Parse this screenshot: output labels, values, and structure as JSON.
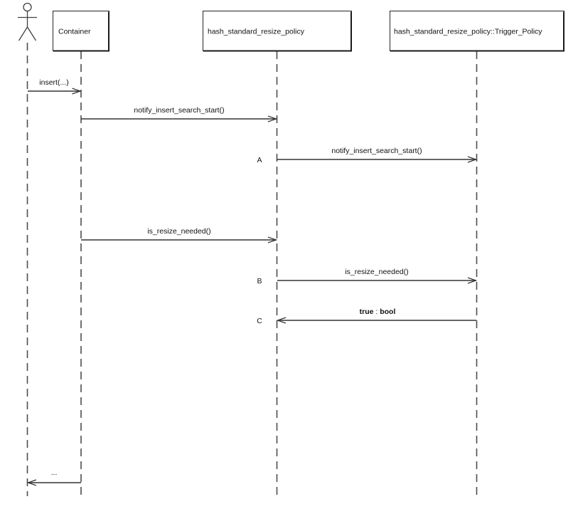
{
  "diagram": {
    "type": "uml-sequence-diagram",
    "actor": {
      "kind": "stick-figure-actor",
      "label": ""
    },
    "participants": [
      {
        "label": "Container"
      },
      {
        "label": "hash_standard_resize_policy"
      },
      {
        "label": "hash_standard_resize_policy::Trigger_Policy"
      }
    ],
    "messages": [
      {
        "from": "actor",
        "to": "Container",
        "direction": "right",
        "label": "insert(...)",
        "marker": ""
      },
      {
        "from": "Container",
        "to": "hash_standard_resize_policy",
        "direction": "right",
        "label": "notify_insert_search_start()",
        "marker": ""
      },
      {
        "from": "hash_standard_resize_policy",
        "to": "hash_standard_resize_policy::Trigger_Policy",
        "direction": "right",
        "label": "notify_insert_search_start()",
        "marker": "A"
      },
      {
        "from": "Container",
        "to": "hash_standard_resize_policy",
        "direction": "right",
        "label": "is_resize_needed()",
        "marker": ""
      },
      {
        "from": "hash_standard_resize_policy",
        "to": "hash_standard_resize_policy::Trigger_Policy",
        "direction": "right",
        "label": "is_resize_needed()",
        "marker": "B"
      },
      {
        "from": "hash_standard_resize_policy::Trigger_Policy",
        "to": "hash_standard_resize_policy",
        "direction": "left",
        "return_value": "true",
        "separator": " : ",
        "return_type": "bool",
        "marker": "C"
      },
      {
        "from": "Container",
        "to": "actor",
        "direction": "left",
        "label": "...",
        "marker": ""
      }
    ],
    "colors": {
      "background": "#ffffff",
      "line": "#333333",
      "lifeline": "#4d4d4d",
      "text": "#111111"
    }
  }
}
